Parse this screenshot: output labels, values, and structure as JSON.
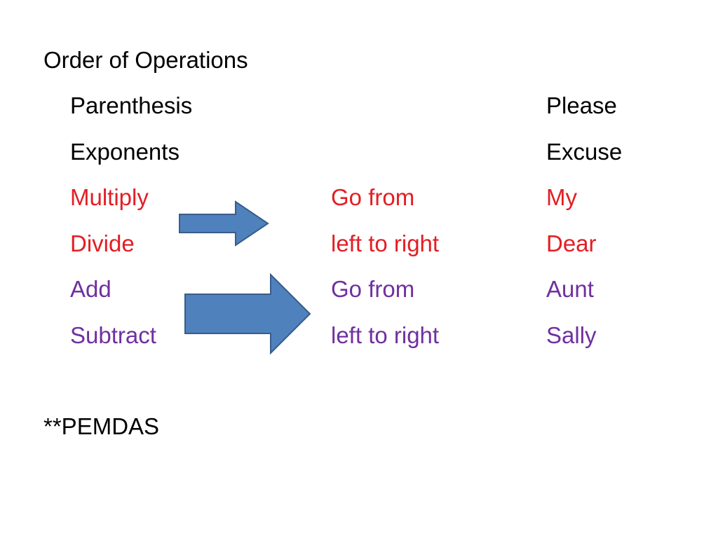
{
  "slide": {
    "title": "Order of Operations",
    "footer": "**PEMDAS",
    "rows": [
      {
        "op": "Parenthesis",
        "note": "",
        "mnemonic": "Please",
        "color": "#000000"
      },
      {
        "op": "Exponents",
        "note": "",
        "mnemonic": "Excuse",
        "color": "#000000"
      },
      {
        "op": "Multiply",
        "note": "Go from",
        "mnemonic": "My",
        "color": "#e31e24"
      },
      {
        "op": "Divide",
        "note": "left to right",
        "mnemonic": "Dear",
        "color": "#e31e24"
      },
      {
        "op": "Add",
        "note": "Go from",
        "mnemonic": "Aunt",
        "color": "#7030a0"
      },
      {
        "op": "Subtract",
        "note": "left to right",
        "mnemonic": "Sally",
        "color": "#7030a0"
      }
    ],
    "arrow_color": "#4f81bd",
    "arrow_outline": "#385d8a"
  }
}
